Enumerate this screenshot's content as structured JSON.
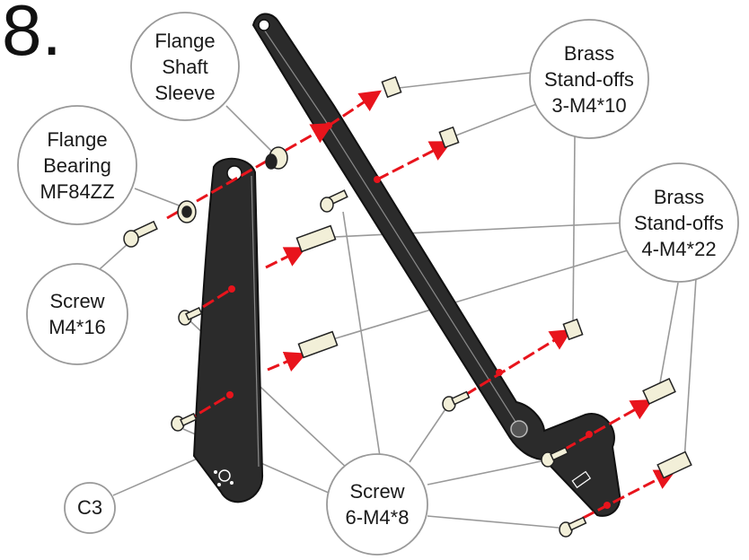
{
  "step": "8.",
  "colors": {
    "part": "#2b2b2b",
    "arrow": "#e8141c",
    "leader": "#999999",
    "callout_stroke": "#999999",
    "hardware": "#f2efd8"
  },
  "callouts": {
    "flange_shaft_sleeve": [
      "Flange",
      "Shaft",
      "Sleeve"
    ],
    "flange_bearing": [
      "Flange",
      "Bearing",
      "MF84ZZ"
    ],
    "screw_m4x16": [
      "Screw",
      "M4*16"
    ],
    "brass_3": [
      "Brass",
      "Stand-offs",
      "3-M4*10"
    ],
    "brass_4": [
      "Brass",
      "Stand-offs",
      "4-M4*22"
    ],
    "screw_6": [
      "Screw",
      "6-M4*8"
    ],
    "c3": [
      "C3"
    ]
  },
  "parts": [
    {
      "name": "link-arm-c3",
      "kind": "plate"
    },
    {
      "name": "long-arm",
      "kind": "plate"
    }
  ]
}
